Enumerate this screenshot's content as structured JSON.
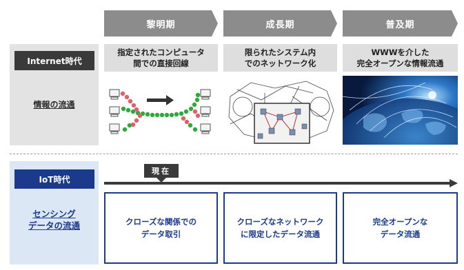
{
  "phases": [
    "黎明期",
    "成長期",
    "普及期"
  ],
  "internet": {
    "era_label": "Internet時代",
    "link_label": "情報の流通",
    "descriptions": [
      [
        "指定されたコンピュータ",
        "間での直接回線"
      ],
      [
        "限られたシステム内",
        "でのネットワーク化"
      ],
      [
        "WWWを介した",
        "完全オープンな情報流通"
      ]
    ]
  },
  "iot": {
    "era_label": "IoT時代",
    "link_label": [
      "センシング",
      "データの流通"
    ],
    "now_label": "現在",
    "boxes": [
      [
        "クローズな関係での",
        "データ取引"
      ],
      [
        "クローズなネットワーク",
        "に限定したデータ流通"
      ],
      [
        "完全オープンな",
        "データ流通"
      ]
    ]
  },
  "colors": {
    "navy": "#1b3a8c",
    "gray_arrow": "#8c8c8c",
    "dark": "#3a3a3a"
  }
}
